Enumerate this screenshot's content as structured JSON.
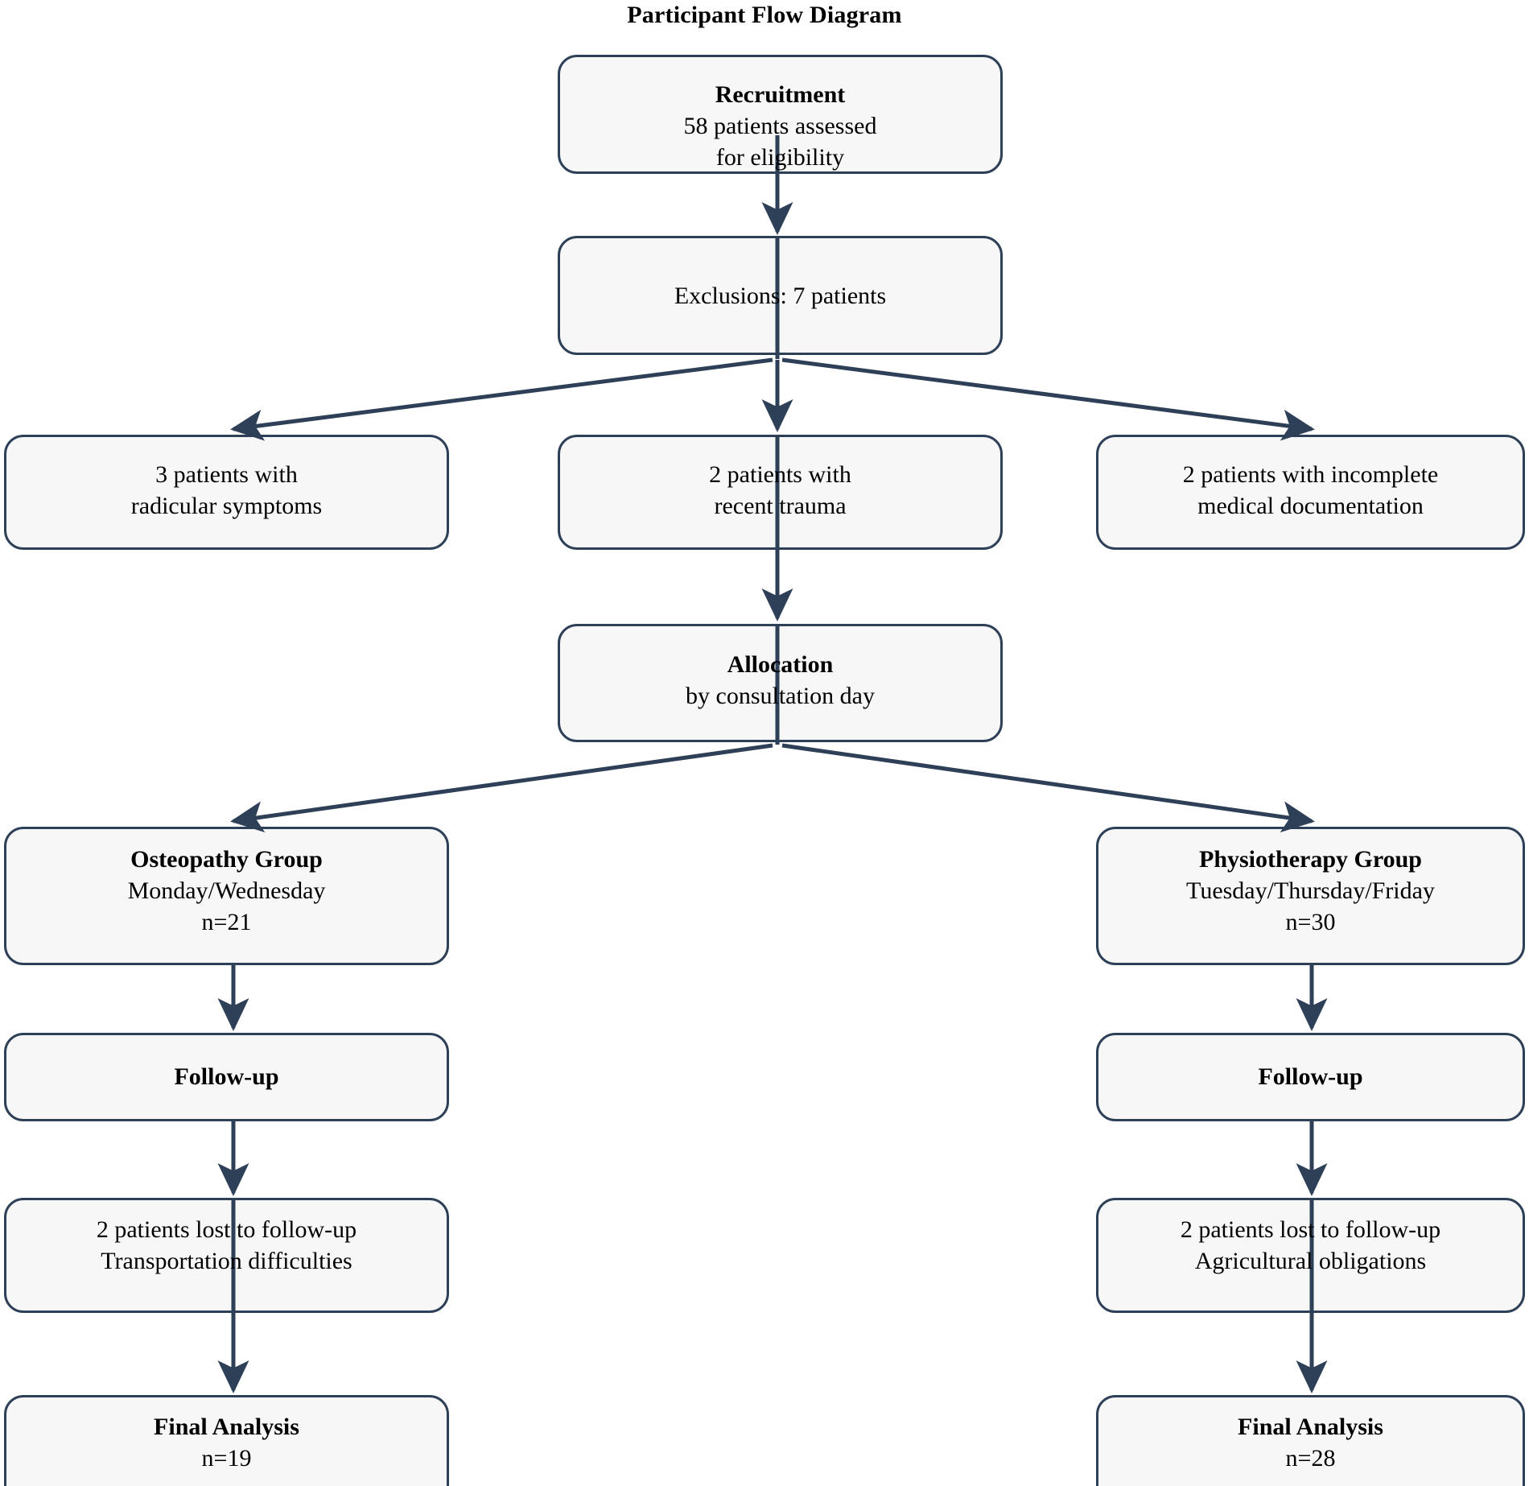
{
  "diagram": {
    "title": "Participant Flow Diagram",
    "type": "flowchart",
    "colors": {
      "box_fill": "#f7f7f7",
      "box_border": "#2e4057",
      "connector": "#2e4057",
      "text": "#000000",
      "background": "#ffffff"
    },
    "nodes": [
      {
        "id": "recruitment",
        "name": "recruitment-box",
        "heading": "Recruitment",
        "lines": [
          "58 patients assessed",
          "for eligibility"
        ]
      },
      {
        "id": "exclusions",
        "name": "exclusions-box",
        "heading": "",
        "lines": [
          "Exclusions: 7 patients"
        ]
      },
      {
        "id": "exclusion-radicular",
        "name": "exclusion-radicular-box",
        "heading": "",
        "lines": [
          "3 patients with",
          "radicular symptoms"
        ]
      },
      {
        "id": "exclusion-trauma",
        "name": "exclusion-trauma-box",
        "heading": "",
        "lines": [
          "2 patients with",
          "recent trauma"
        ]
      },
      {
        "id": "exclusion-documentation",
        "name": "exclusion-documentation-box",
        "heading": "",
        "lines": [
          "2 patients with incomplete",
          "medical documentation"
        ]
      },
      {
        "id": "allocation",
        "name": "allocation-box",
        "heading": "Allocation",
        "lines": [
          "by consultation day"
        ]
      },
      {
        "id": "osteopathy-group",
        "name": "osteopathy-group-box",
        "heading": "Osteopathy Group",
        "lines": [
          "Monday/Wednesday",
          "n=21"
        ]
      },
      {
        "id": "physiotherapy-group",
        "name": "physiotherapy-group-box",
        "heading": "Physiotherapy Group",
        "lines": [
          "Tuesday/Thursday/Friday",
          "n=30"
        ]
      },
      {
        "id": "osteopathy-followup",
        "name": "osteopathy-followup-box",
        "heading": "Follow-up",
        "lines": []
      },
      {
        "id": "physiotherapy-followup",
        "name": "physiotherapy-followup-box",
        "heading": "Follow-up",
        "lines": []
      },
      {
        "id": "osteopathy-lost",
        "name": "osteopathy-lost-to-followup-box",
        "heading": "",
        "lines": [
          "2 patients lost to follow-up",
          "Transportation difficulties"
        ]
      },
      {
        "id": "physiotherapy-lost",
        "name": "physiotherapy-lost-to-followup-box",
        "heading": "",
        "lines": [
          "2 patients lost to follow-up",
          "Agricultural obligations"
        ]
      },
      {
        "id": "osteopathy-final",
        "name": "osteopathy-final-analysis-box",
        "heading": "Final Analysis",
        "lines": [
          "n=19"
        ]
      },
      {
        "id": "physiotherapy-final",
        "name": "physiotherapy-final-analysis-box",
        "heading": "Final Analysis",
        "lines": [
          "n=28"
        ]
      }
    ],
    "edges": [
      {
        "from": "recruitment",
        "to": "exclusions"
      },
      {
        "from": "exclusions",
        "to": "exclusion-radicular"
      },
      {
        "from": "exclusions",
        "to": "exclusion-trauma"
      },
      {
        "from": "exclusions",
        "to": "exclusion-documentation"
      },
      {
        "from": "exclusions",
        "to": "allocation"
      },
      {
        "from": "allocation",
        "to": "osteopathy-group"
      },
      {
        "from": "allocation",
        "to": "physiotherapy-group"
      },
      {
        "from": "osteopathy-group",
        "to": "osteopathy-followup"
      },
      {
        "from": "osteopathy-followup",
        "to": "osteopathy-lost"
      },
      {
        "from": "osteopathy-lost",
        "to": "osteopathy-final"
      },
      {
        "from": "physiotherapy-group",
        "to": "physiotherapy-followup"
      },
      {
        "from": "physiotherapy-followup",
        "to": "physiotherapy-lost"
      },
      {
        "from": "physiotherapy-lost",
        "to": "physiotherapy-final"
      }
    ],
    "counts": {
      "assessed": 58,
      "excluded_total": 7,
      "excluded_radicular": 3,
      "excluded_trauma": 2,
      "excluded_documentation": 2,
      "osteopathy_allocated": 21,
      "physiotherapy_allocated": 30,
      "osteopathy_lost": 2,
      "physiotherapy_lost": 2,
      "osteopathy_analyzed": 19,
      "physiotherapy_analyzed": 28
    }
  }
}
